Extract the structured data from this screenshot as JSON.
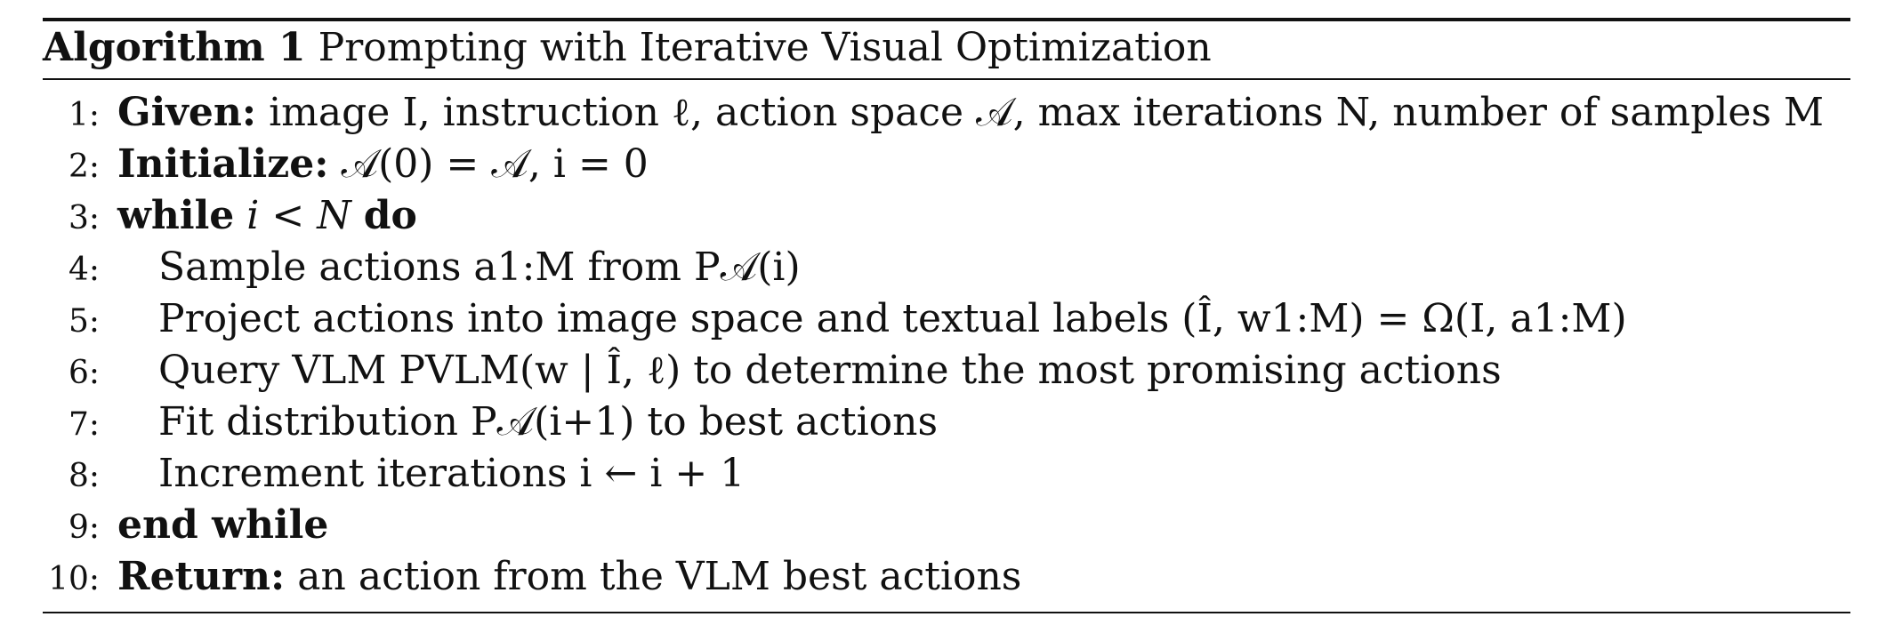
{
  "algorithm": {
    "label": "Algorithm 1",
    "title": "Prompting with Iterative Visual Optimization",
    "lines": [
      {
        "num": "1:",
        "kw": "Given:",
        "text": "image I, instruction ℓ, action space 𝒜, max iterations N, number of samples M"
      },
      {
        "num": "2:",
        "kw": "Initialize:",
        "text": "𝒜(0) = 𝒜, i = 0"
      },
      {
        "num": "3:",
        "kw": "while",
        "text": "i < N",
        "kw2": "do"
      },
      {
        "num": "4:",
        "text": "Sample actions a1:M from P𝒜(i)"
      },
      {
        "num": "5:",
        "text": "Project actions into image space and textual labels (Î, w1:M) = Ω(I, a1:M)"
      },
      {
        "num": "6:",
        "text": "Query VLM PVLM(w | Î, ℓ) to determine the most promising actions"
      },
      {
        "num": "7:",
        "text": "Fit distribution P𝒜(i+1) to best actions"
      },
      {
        "num": "8:",
        "text": "Increment iterations i ← i + 1"
      },
      {
        "num": "9:",
        "kw": "end while"
      },
      {
        "num": "10:",
        "kw": "Return:",
        "text": "an action from the VLM best actions"
      }
    ]
  }
}
